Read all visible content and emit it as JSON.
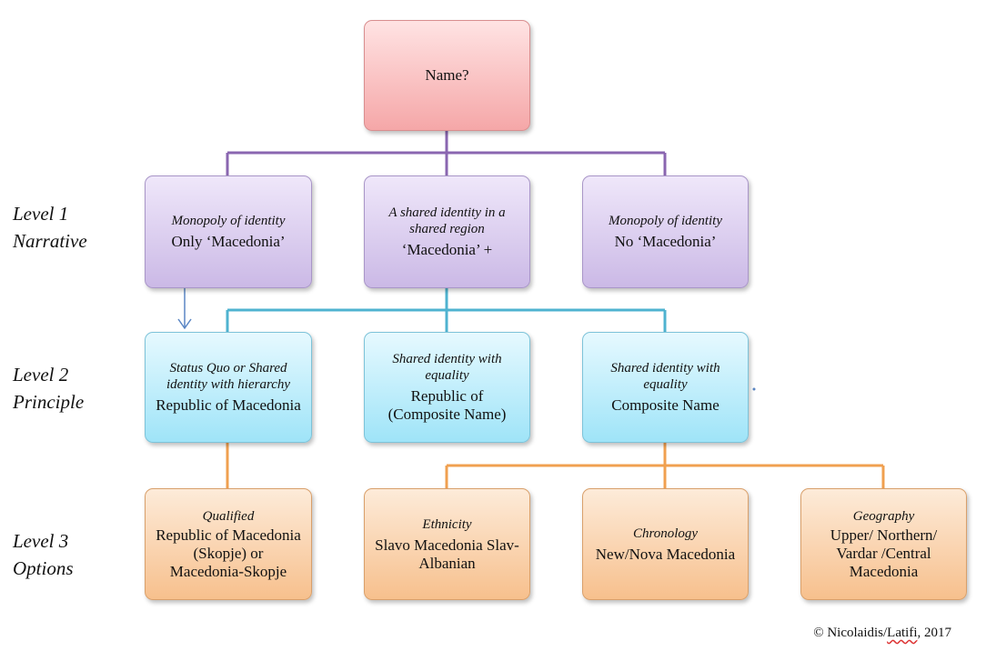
{
  "root": {
    "label": "Name?"
  },
  "levels": [
    {
      "line1": "Level 1",
      "line2": "Narrative"
    },
    {
      "line1": "Level 2",
      "line2": "Principle"
    },
    {
      "line1": "Level 3",
      "line2": "Options"
    }
  ],
  "level1": [
    {
      "italic": "Monopoly of identity",
      "regular": "Only ‘Macedonia’"
    },
    {
      "italic": "A shared identity in a shared region",
      "regular": "‘Macedonia’  +"
    },
    {
      "italic": "Monopoly of identity",
      "regular": "No ‘Macedonia’"
    }
  ],
  "level2": [
    {
      "italic": "Status Quo or Shared identity  with hierarchy",
      "regular": "Republic of Macedonia"
    },
    {
      "italic": "Shared identity with equality",
      "regular": "Republic of (Composite Name)"
    },
    {
      "italic": "Shared identity with equality",
      "regular": "Composite Name"
    }
  ],
  "level3": [
    {
      "italic": "Qualified",
      "regular": "Republic of Macedonia (Skopje) or Macedonia-Skopje"
    },
    {
      "italic": "Ethnicity",
      "regular": "Slavo Macedonia Slav-Albanian"
    },
    {
      "italic": "Chronology",
      "regular": "New/Nova Macedonia"
    },
    {
      "italic": "Geography",
      "regular": "Upper/ Northern/ Vardar /Central Macedonia"
    }
  ],
  "credit": {
    "prefix": "© Nicolaidis/",
    "underlined": "Latifi",
    "suffix": ", 2017"
  },
  "colors": {
    "connector_level1": "#8a66b0",
    "connector_level2": "#4fb3d0",
    "connector_level3": "#f0a050",
    "arrow": "#5a86c4"
  }
}
